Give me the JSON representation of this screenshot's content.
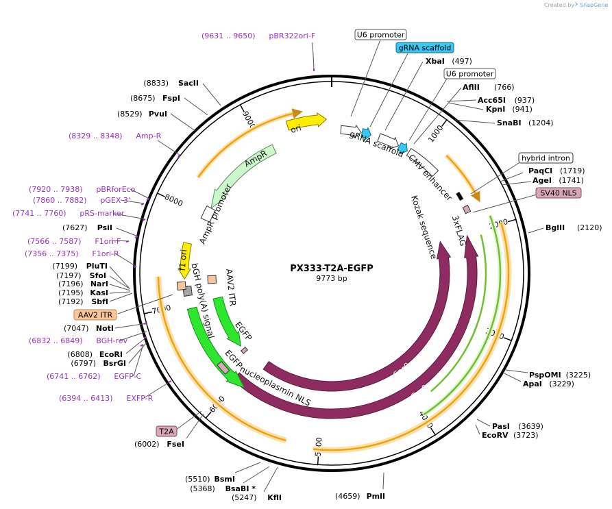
{
  "watermark": {
    "created_by": "Created by",
    "brand": "SnapGene"
  },
  "plasmid": {
    "name": "PX333-T2A-EGFP",
    "length_label": "9773 bp",
    "length": 9773
  },
  "ticks": [
    "1000",
    "2000",
    "3000",
    "4000",
    "5000",
    "6000",
    "7000",
    "8000",
    "9000"
  ],
  "colors": {
    "cas9": "#8e2c62",
    "egfp": "#2ee62e",
    "ori": "#ffee00",
    "ampr": "#ccf6cc",
    "itr": "#f9c59b",
    "polya": "#a5a5a5",
    "scaffold": "#3cc7f2",
    "orange_arc": "#f0a30a",
    "green_arc": "#6fc030",
    "primer": "#9a2fc7",
    "sv40": "#d8a8b8",
    "t2a": "#d8a8b8"
  },
  "sites": [
    {
      "name": "SacII",
      "pos": "(8833)"
    },
    {
      "name": "FspI",
      "pos": "(8675)"
    },
    {
      "name": "PvuI",
      "pos": "(8529)"
    },
    {
      "name": "PsiI",
      "pos": "(7627)"
    },
    {
      "name": "PluTI",
      "pos": "(7199)"
    },
    {
      "name": "SfoI",
      "pos": "(7197)"
    },
    {
      "name": "NarI",
      "pos": "(7196)"
    },
    {
      "name": "KasI",
      "pos": "(7195)"
    },
    {
      "name": "SbfI",
      "pos": "(7192)"
    },
    {
      "name": "NotI",
      "pos": "(7047)"
    },
    {
      "name": "EcoRI",
      "pos": "(6808)"
    },
    {
      "name": "BsrGI",
      "pos": "(6797)"
    },
    {
      "name": "FseI",
      "pos": "(6002)"
    },
    {
      "name": "BsmI",
      "pos": "(5510)"
    },
    {
      "name": "BsaBI *",
      "pos": "(5368)"
    },
    {
      "name": "KflI",
      "pos": "(5247)"
    },
    {
      "name": "PmlI",
      "pos": "(4659)"
    },
    {
      "name": "PasI",
      "pos": "(3639)"
    },
    {
      "name": "EcoRV",
      "pos": "(3723)"
    },
    {
      "name": "PspOMI",
      "pos": "(3225)"
    },
    {
      "name": "ApaI",
      "pos": "(3229)"
    },
    {
      "name": "BglII",
      "pos": "(2120)"
    },
    {
      "name": "PaqCI",
      "pos": "(1719)"
    },
    {
      "name": "AgeI",
      "pos": "(1741)"
    },
    {
      "name": "SnaBI",
      "pos": "(1204)"
    },
    {
      "name": "Acc65I",
      "pos": "(937)"
    },
    {
      "name": "KpnI",
      "pos": "(941)"
    },
    {
      "name": "AflII",
      "pos": "(766)"
    },
    {
      "name": "XbaI",
      "pos": "(497)"
    }
  ],
  "primers": [
    {
      "range": "(9631 .. 9650)",
      "name": "pBR322ori-F"
    },
    {
      "range": "(8329 .. 8348)",
      "name": "Amp-R"
    },
    {
      "range": "(7920 .. 7938)",
      "name": "pBRforEco"
    },
    {
      "range": "(7860 .. 7882)",
      "name": "pGEX 3'"
    },
    {
      "range": "(7741 .. 7760)",
      "name": "pRS-marker"
    },
    {
      "range": "(7566 .. 7587)",
      "name": "F1ori-F"
    },
    {
      "range": "(7356 .. 7375)",
      "name": "F1ori-R"
    },
    {
      "range": "(6832 .. 6849)",
      "name": "BGH-rev"
    },
    {
      "range": "(6741 .. 6762)",
      "name": "EGFP-C"
    },
    {
      "range": "(6394 .. 6413)",
      "name": "EXFP-R"
    }
  ],
  "boxed_labels": [
    {
      "text": "U6 promoter"
    },
    {
      "text": "gRNA scaffold"
    },
    {
      "text": "U6 promoter"
    },
    {
      "text": "hybrid intron"
    },
    {
      "text": "SV40 NLS"
    },
    {
      "text": "AAV2 ITR"
    },
    {
      "text": "T2A"
    }
  ],
  "features": [
    {
      "name": "ori"
    },
    {
      "name": "AmpR"
    },
    {
      "name": "AmpR promoter"
    },
    {
      "name": "f1 ori"
    },
    {
      "name": "bGH poly(A) signal"
    },
    {
      "name": "AAV2 ITR"
    },
    {
      "name": "EGFP"
    },
    {
      "name": "EGFP"
    },
    {
      "name": "nucleoplasmin NLS"
    },
    {
      "name": "Cas9"
    },
    {
      "name": "Cas9"
    },
    {
      "name": "gRNA scaffold"
    },
    {
      "name": "CMV enhancer"
    },
    {
      "name": "Kozak sequence"
    },
    {
      "name": "3xFLAG"
    }
  ]
}
